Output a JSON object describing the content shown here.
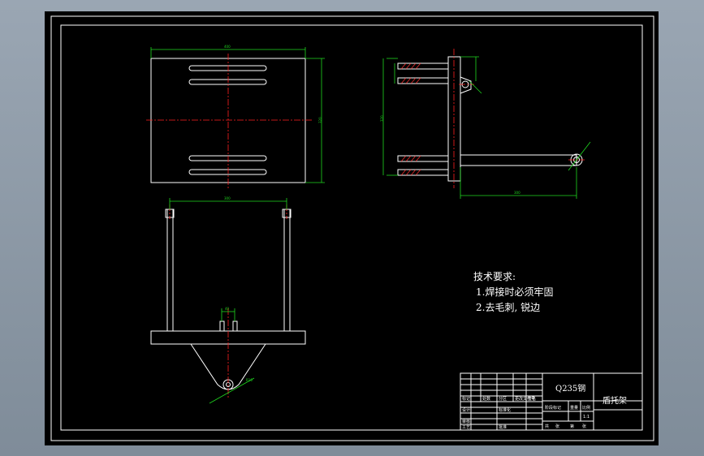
{
  "drawing": {
    "technical_requirements": {
      "heading": "技术要求:",
      "items": [
        "1.焊接时必须牢固",
        "2.去毛刺, 锐边"
      ]
    },
    "title_block": {
      "material": "Q235钢",
      "part_name": "盾托架",
      "small_labels": [
        "标记",
        "处数",
        "分区",
        "更改文件号",
        "签名",
        "年月日",
        "设计",
        "标准化",
        "阶段标记",
        "重量",
        "比例",
        "审核",
        "工艺",
        "批准",
        "共",
        "张",
        "第",
        "张"
      ],
      "scale": "1:1"
    },
    "colors": {
      "background": "#000000",
      "outline": "#ffffff",
      "dimension": "#1fd81f",
      "centerline": "#ff2020",
      "frame_window": "#8f9ba8"
    }
  }
}
